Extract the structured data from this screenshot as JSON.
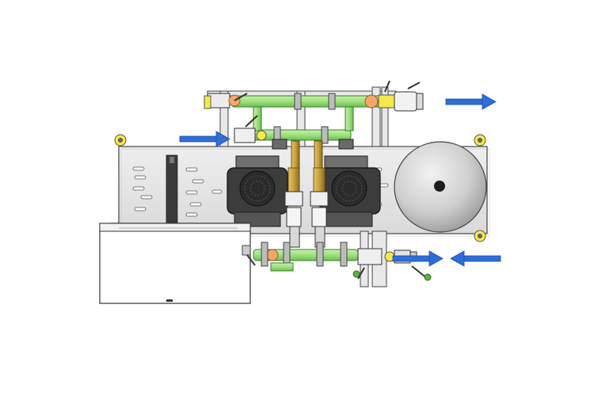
{
  "diagram": {
    "subject": "pump-station-top-view",
    "colors": {
      "pipe_green": "#9fe07f",
      "pipe_green_dark": "#5fb046",
      "arrow_blue": "#2f6ed8",
      "frame_grey": "#d6d6d6",
      "plate_grey": "#e5e5e5",
      "pump_dark": "#3c3c3c",
      "brass": "#c8a040",
      "tank_grey": "#cfcfcf",
      "mount_yellow": "#f5e84a",
      "outline": "#333333"
    },
    "flow_arrows": [
      {
        "id": "inlet-arrow-left",
        "direction": "right"
      },
      {
        "id": "outlet-arrow-top-right",
        "direction": "right"
      },
      {
        "id": "outlet-arrow-bottom-right",
        "direction": "right"
      },
      {
        "id": "inlet-arrow-bottom-right",
        "direction": "left"
      }
    ],
    "components": [
      "base-plate",
      "control-cabinet",
      "pump-left",
      "pump-right",
      "expansion-tank",
      "top-manifold",
      "bottom-manifold",
      "support-frame"
    ]
  }
}
